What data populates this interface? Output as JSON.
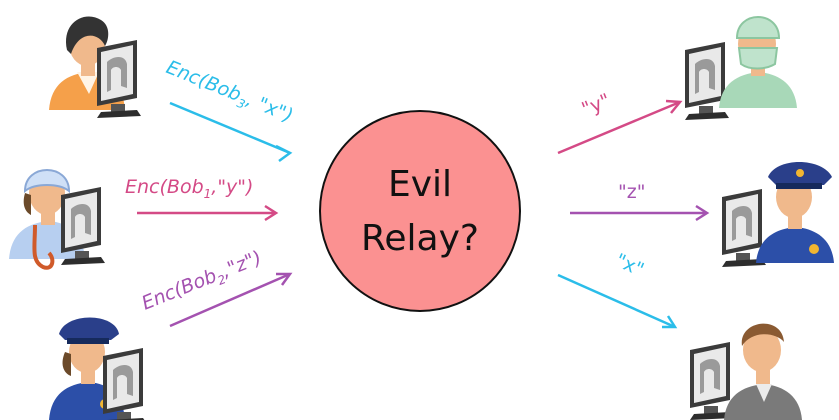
{
  "relay": {
    "line1": "Evil",
    "line2": "Relay?",
    "fill": "#fb9191"
  },
  "colors": {
    "cyan": "#2bbde9",
    "pink": "#d44a86",
    "purple": "#a452b0"
  },
  "senders": [
    {
      "icon": "business-woman-user-icon",
      "label": {
        "pre": "Enc(Bob",
        "sub": "3",
        "post": ", \"x\")"
      }
    },
    {
      "icon": "nurse-user-icon",
      "label": {
        "pre": "Enc(Bob",
        "sub": "1",
        "post": ",\"y\")"
      }
    },
    {
      "icon": "police-woman-user-icon",
      "label": {
        "pre": "Enc(Bob",
        "sub": "2",
        "post": ",\"z\")"
      }
    }
  ],
  "receivers": [
    {
      "icon": "surgeon-user-icon",
      "message": "\"y\""
    },
    {
      "icon": "police-officer-user-icon",
      "message": "\"z\""
    },
    {
      "icon": "man-user-icon",
      "message": "\"x\""
    }
  ]
}
